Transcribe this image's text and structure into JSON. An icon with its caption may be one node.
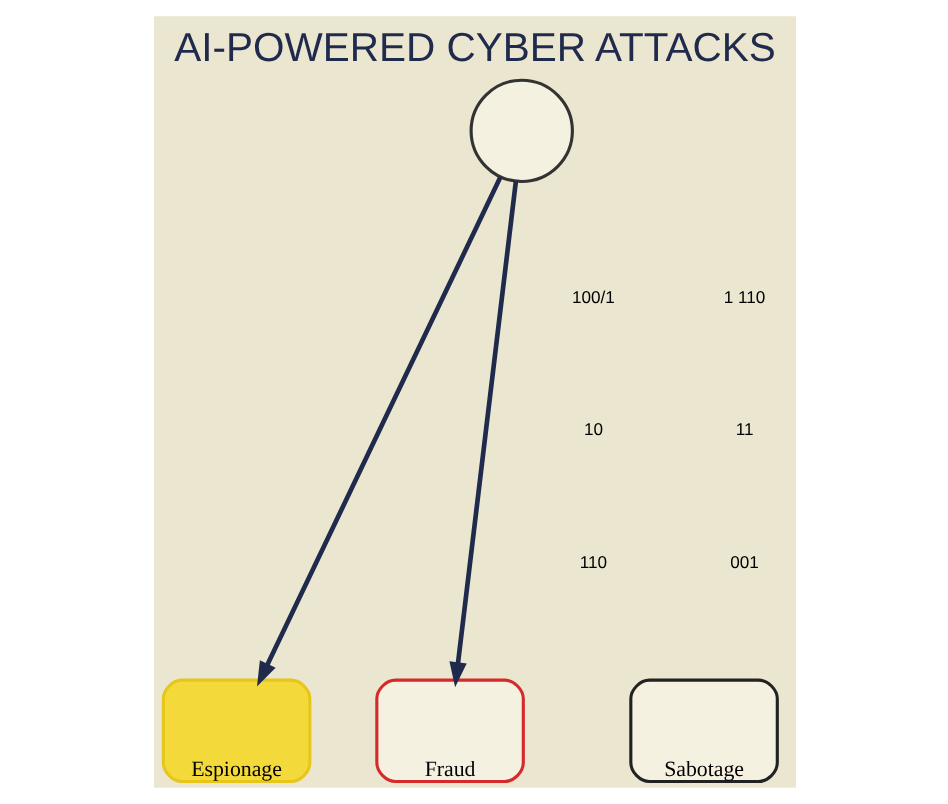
{
  "diagram": {
    "title": "AI-POWERED CYBER ATTACKS",
    "nodes": [
      {
        "text": [],
        "shape": "circle"
      },
      {
        "text": [
          "Espionage"
        ]
      },
      {
        "text": [
          "Sabotage"
        ]
      },
      {
        "text": [
          "Fraud"
        ]
      }
    ],
    "edges": [
      {
        "from": 0,
        "to": 1,
        "arrow": "to"
      },
      {
        "from": 0,
        "to": 3,
        "arrow": "to"
      }
    ],
    "labels": [
      "100/1",
      "1 110",
      "10",
      "11",
      "110",
      "001"
    ]
  }
}
